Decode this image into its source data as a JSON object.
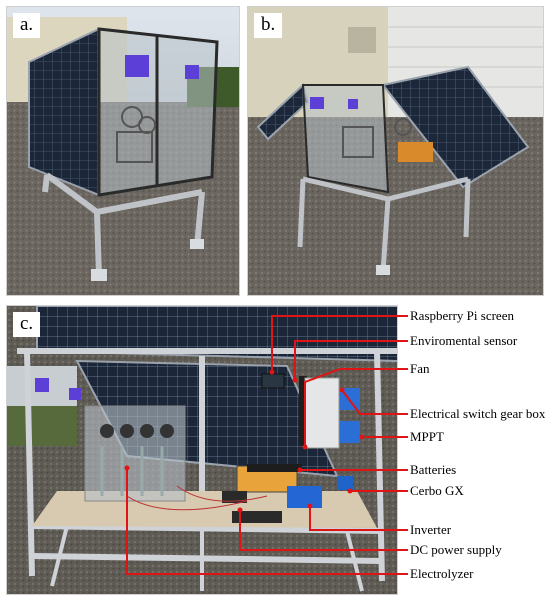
{
  "panels": {
    "a": {
      "letter": "a."
    },
    "b": {
      "letter": "b."
    },
    "c": {
      "letter": "c."
    }
  },
  "callouts": [
    {
      "label": "Raspberry Pi screen"
    },
    {
      "label": "Enviromental sensor"
    },
    {
      "label": "Fan"
    },
    {
      "label": "Electrical switch gear box"
    },
    {
      "label": "MPPT"
    },
    {
      "label": "Batteries"
    },
    {
      "label": "Cerbo GX"
    },
    {
      "label": "Inverter"
    },
    {
      "label": "DC power supply"
    },
    {
      "label": "Electrolyzer"
    }
  ],
  "colors": {
    "leader_line": "#e01414",
    "solar_panel": "#1d2a3c",
    "frame": "#c9ccd0",
    "ground": "#6e6a63",
    "sky": "#d9dee4",
    "building": "#d8d3bc"
  }
}
